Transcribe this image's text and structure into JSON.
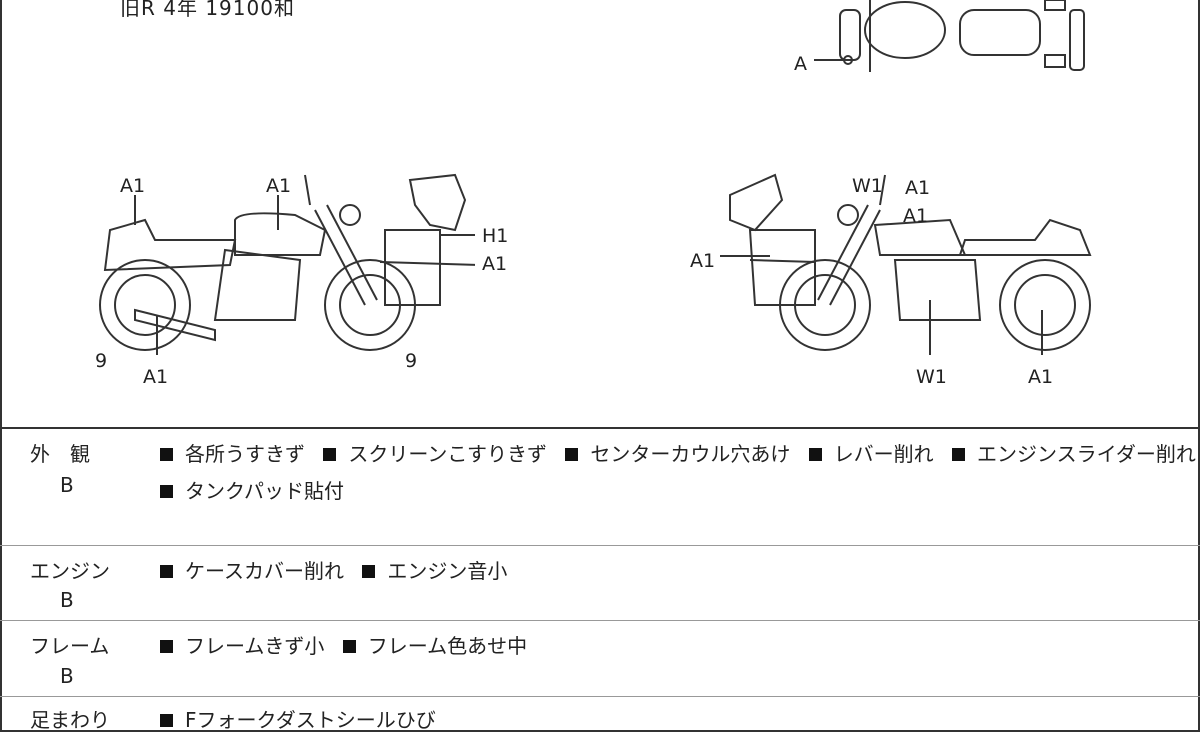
{
  "header_text": "旧R  4年  19100和",
  "diagram_labels": {
    "top_view": [
      "A"
    ],
    "left_side": [
      "A1",
      "A1",
      "H1",
      "A1",
      "9",
      "A1",
      "9"
    ],
    "right_side": [
      "W1",
      "A1",
      "A1",
      "A1",
      "W1",
      "A1"
    ]
  },
  "sections": [
    {
      "category": "外　観",
      "grade": "B",
      "lines": [
        [
          "各所うすきず",
          "スクリーンこすりきず",
          "センターカウル穴あけ",
          "レバー削れ",
          "エンジンスライダー削れ"
        ],
        [
          "タンクパッド貼付"
        ]
      ]
    },
    {
      "category": "エンジン",
      "grade": "B",
      "lines": [
        [
          "ケースカバー削れ",
          "エンジン音小"
        ]
      ]
    },
    {
      "category": "フレーム",
      "grade": "B",
      "lines": [
        [
          "フレームきず小",
          "フレーム色あせ中"
        ]
      ]
    },
    {
      "category": "足まわり",
      "grade": "",
      "lines": [
        [
          "Fフォークダストシールひび"
        ]
      ]
    }
  ]
}
